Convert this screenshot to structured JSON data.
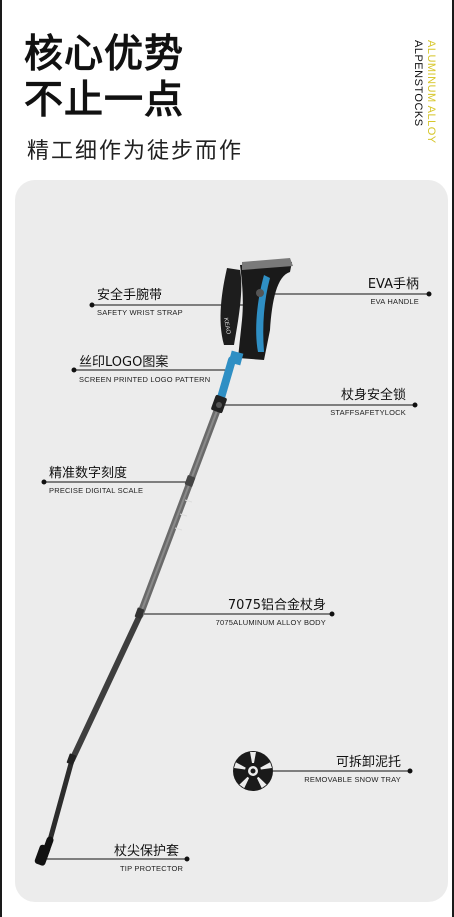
{
  "header": {
    "title_line1": "核心优势",
    "title_line2": "不止一点",
    "subtitle": "精工细作为徒步而作",
    "vertical_accent": "ALUMINUM ALLOY",
    "vertical_main": "ALPENSTOCKS",
    "accent_color": "#d6c62a"
  },
  "callouts": [
    {
      "cn": "安全手腕带",
      "en": "SAFETY WRIST STRAP"
    },
    {
      "cn": "丝印LOGO图案",
      "en": "SCREEN PRINTED LOGO PATTERN"
    },
    {
      "cn": "精准数字刻度",
      "en": "PRECISE DIGITAL SCALE"
    },
    {
      "cn": "杖尖保护套",
      "en": "TIP PROTECTOR"
    },
    {
      "cn": "EVA手柄",
      "en": "EVA HANDLE"
    },
    {
      "cn": "杖身安全锁",
      "en": "STAFFSAFETYLOCK"
    },
    {
      "cn": "7075铝合金杖身",
      "en": "7075ALUMINUM ALLOY BODY"
    },
    {
      "cn": "可拆卸泥托",
      "en": "REMOVABLE SNOW TRAY"
    }
  ],
  "product": {
    "logo_text": "KEAO",
    "handle_accent_color": "#2f8fc4",
    "shaft_color": "#5a5a5a"
  }
}
